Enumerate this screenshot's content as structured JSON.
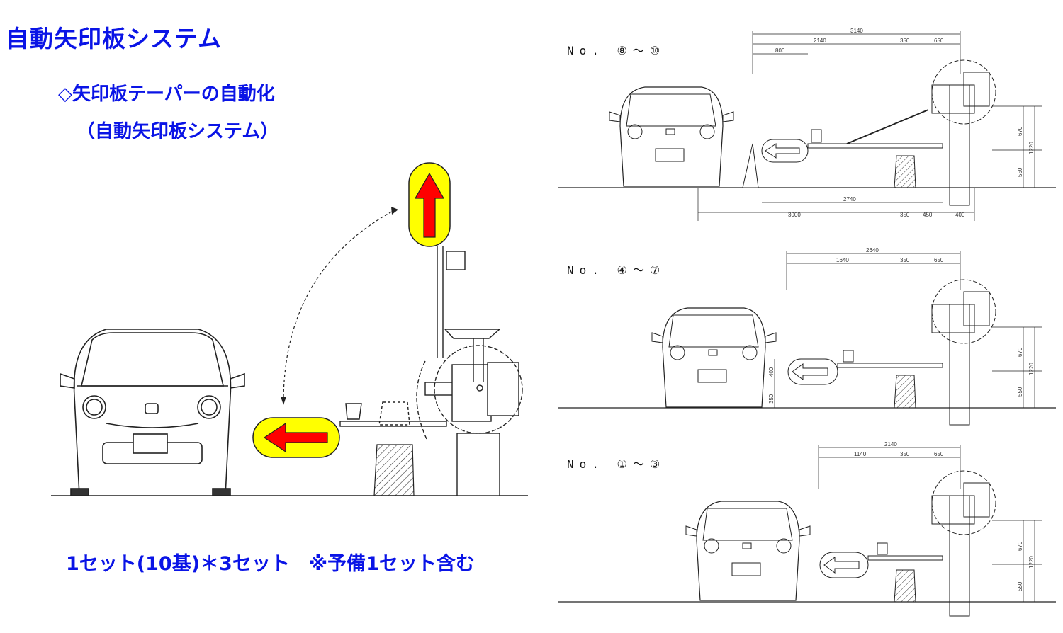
{
  "title": "自動矢印板システム",
  "subtitle1": "◇矢印板テーパーの自動化",
  "subtitle2": "（自動矢印板システム）",
  "footer": "1セット(10基)＊3セット　※予備1セット含む",
  "colors": {
    "title": "#0a14e6",
    "sign_yellow": "#ffff00",
    "arrow_red": "#ff0000"
  },
  "diagrams": [
    {
      "label": "No. ⑧～⑩",
      "dims_top": {
        "total": "3140",
        "a": "2140",
        "b": "350",
        "c": "650",
        "offset": "800"
      },
      "dims_bottom": {
        "span": "2740",
        "a": "3000",
        "b": "350",
        "c": "450",
        "d": "400"
      },
      "dims_side": {
        "upper": "670",
        "total": "1220",
        "lower": "550"
      }
    },
    {
      "label": "No. ④～⑦",
      "dims_top": {
        "total": "2640",
        "a": "1640",
        "b": "350",
        "c": "650"
      },
      "dims_side": {
        "upper": "670",
        "total": "1220",
        "lower": "550",
        "left_upper": "400",
        "left_lower": "350"
      }
    },
    {
      "label": "No. ①～③",
      "dims_top": {
        "total": "2140",
        "a": "1140",
        "b": "350",
        "c": "650"
      },
      "dims_side": {
        "upper": "670",
        "total": "1220",
        "lower": "550"
      }
    }
  ]
}
